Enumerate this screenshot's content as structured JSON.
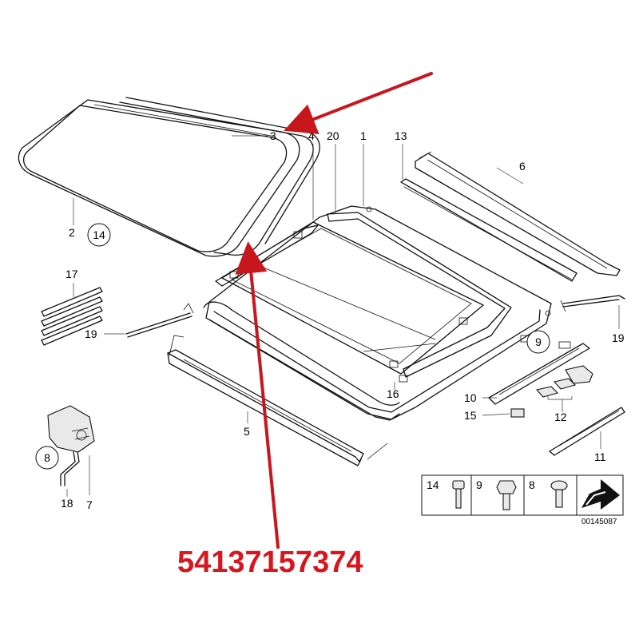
{
  "callouts": {
    "c1": "1",
    "c2": "2",
    "c3": "3",
    "c4": "4",
    "c5": "5",
    "c6": "6",
    "c7": "7",
    "c8": "8",
    "c9": "9",
    "c10": "10",
    "c11": "11",
    "c12": "12",
    "c13": "13",
    "c14": "14",
    "c15": "15",
    "c16": "16",
    "c17": "17",
    "c18": "18",
    "c19a": "19",
    "c19b": "19",
    "c20": "20"
  },
  "legend": {
    "k14": "14",
    "k9": "9",
    "k8": "8"
  },
  "diagram_id": "00145087",
  "part_number": "54137157374",
  "colors": {
    "highlight": "#c8161d",
    "line": "#111111",
    "fill": "#e9e9e9"
  }
}
